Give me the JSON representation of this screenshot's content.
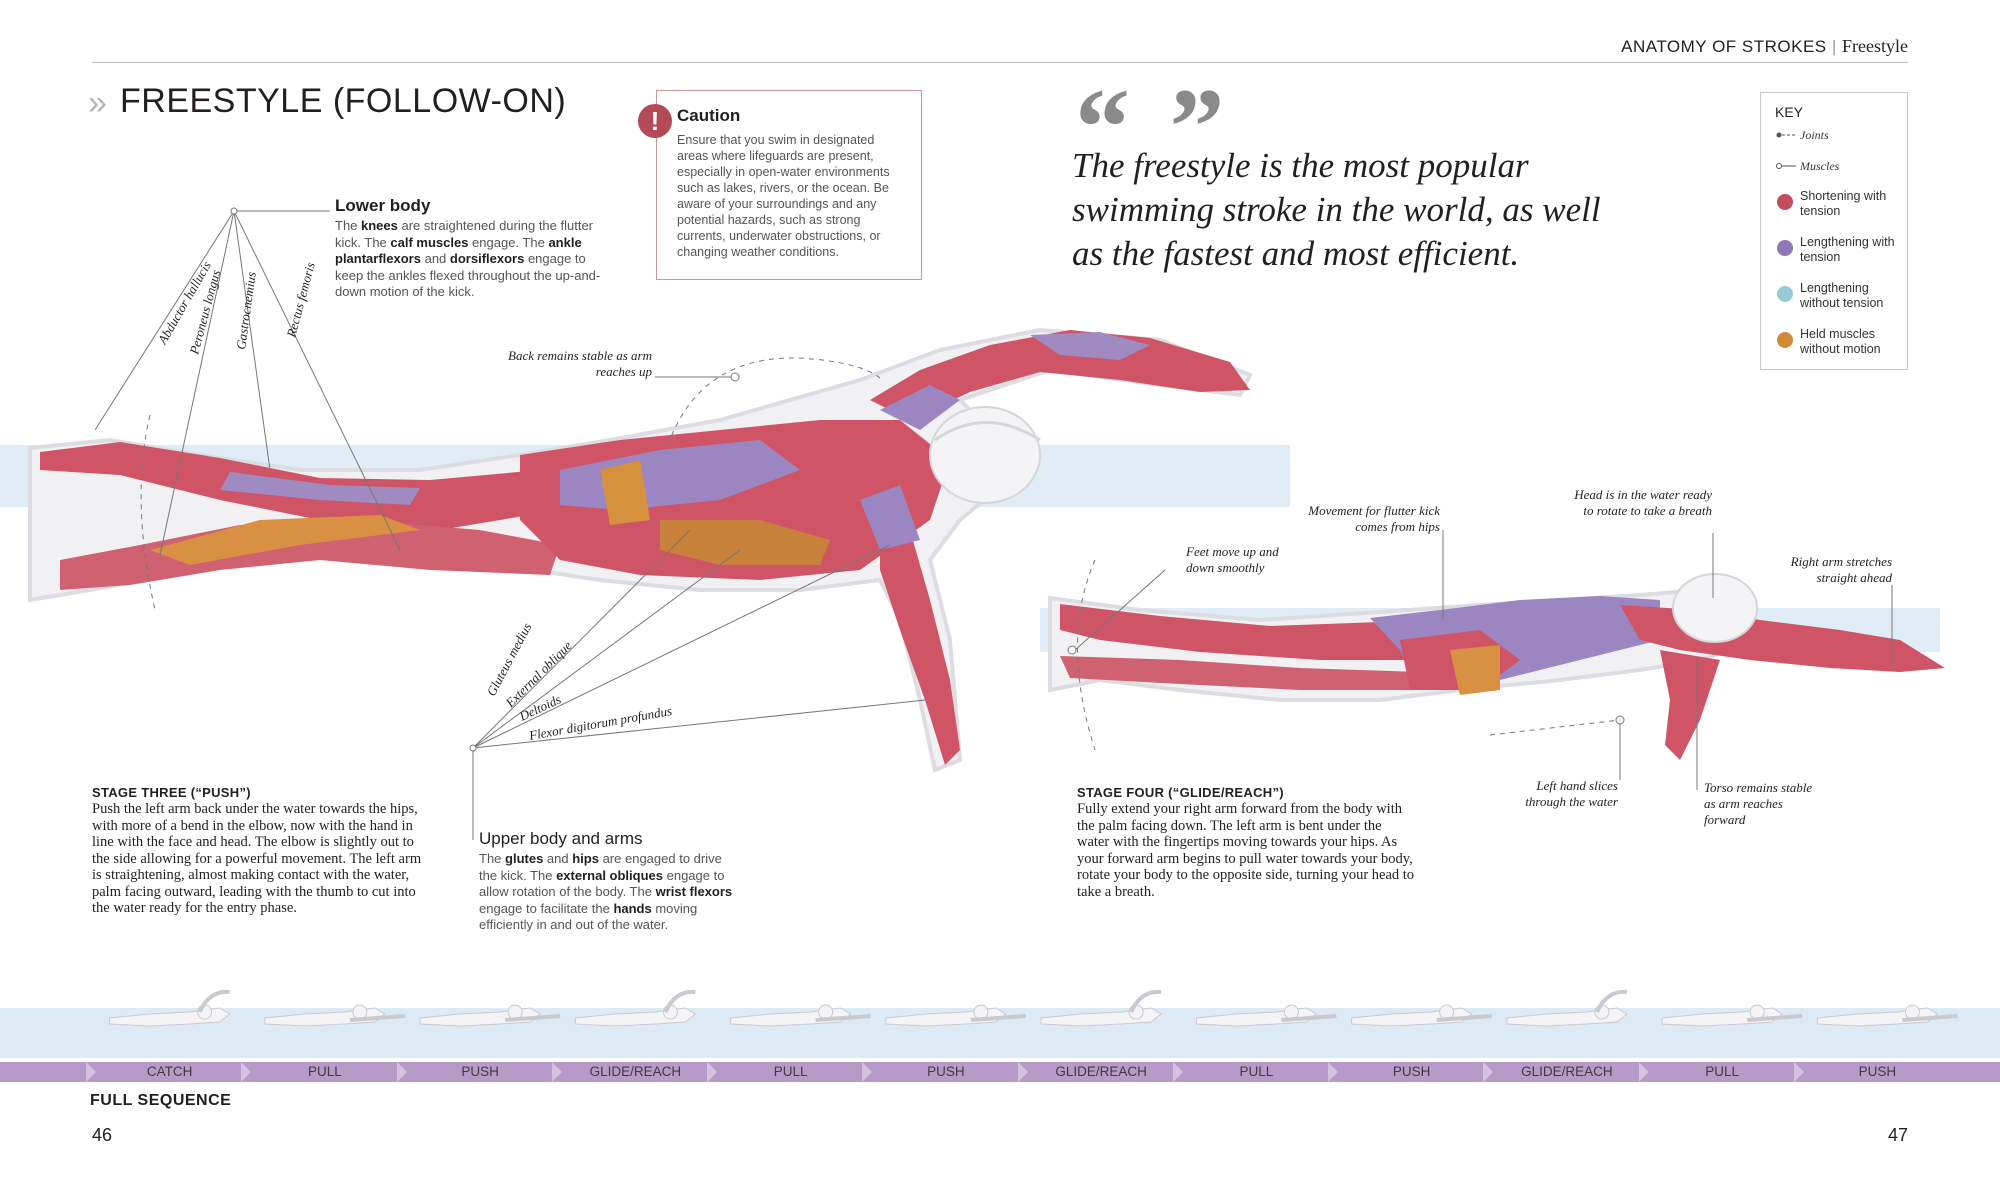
{
  "header": {
    "section": "ANATOMY OF STROKES",
    "subsection": "Freestyle",
    "title_chevron": "»",
    "title": "FREESTYLE (FOLLOW-ON)"
  },
  "caution": {
    "icon": "exclamation-icon",
    "icon_glyph": "!",
    "title": "Caution",
    "body": "Ensure that you swim in designated areas where lifeguards are present, especially in open-water environments such as lakes, rivers, or the ocean. Be aware of your surroundings and any potential hazards, such as strong currents, underwater obstructions, or changing weather conditions."
  },
  "quote": {
    "marks": "“ ”",
    "text": "The freestyle is the most popular swimming stroke in the world, as well as the fastest and most efficient."
  },
  "key": {
    "title": "KEY",
    "joints": "Joints",
    "muscles": "Muscles",
    "items": [
      {
        "label": "Shortening with tension",
        "color": "#c24d5e"
      },
      {
        "label": "Lengthening with tension",
        "color": "#8e78b8"
      },
      {
        "label": "Lengthening without tension",
        "color": "#97c9d6"
      },
      {
        "label": "Held muscles without motion",
        "color": "#d2893a"
      }
    ]
  },
  "lower_body": {
    "heading": "Lower body",
    "body_parts": [
      {
        "t": "The ",
        "b": false
      },
      {
        "t": "knees",
        "b": true
      },
      {
        "t": " are straightened during the flutter kick. The ",
        "b": false
      },
      {
        "t": "calf muscles",
        "b": true
      },
      {
        "t": " engage. The ",
        "b": false
      },
      {
        "t": "ankle plantarflexors",
        "b": true
      },
      {
        "t": " and ",
        "b": false
      },
      {
        "t": "dorsiflexors",
        "b": true
      },
      {
        "t": " engage to keep the ankles flexed throughout the up-and-down motion of the kick.",
        "b": false
      }
    ]
  },
  "muscle_labels_lower": [
    "Abductor hallucis",
    "Peroneus longus",
    "Gastrocnemius",
    "Rectus femoris"
  ],
  "muscle_labels_upper": [
    "Gluteus medius",
    "External oblique",
    "Deltoids",
    "Flexor digitorum profundus"
  ],
  "callouts": {
    "back_stable": "Back remains stable as arm reaches up",
    "feet_move": "Feet move up and down smoothly",
    "movement_flutter": "Movement for flutter kick comes from hips",
    "head_water": "Head is in the water ready to rotate to take a breath",
    "right_arm": "Right arm stretches straight ahead",
    "left_hand": "Left hand slices through the water",
    "torso_stable": "Torso remains stable as arm reaches forward"
  },
  "stage_three": {
    "heading": "STAGE THREE (“PUSH”)",
    "body": "Push the left arm back under the water towards the hips, with more of a bend in the elbow, now with the hand in line with the face and head. The elbow is slightly out to the side allowing for a powerful movement. The left arm is straightening, almost making contact with the water, palm facing outward, leading with the thumb to cut into the water ready for the entry phase."
  },
  "upper_body": {
    "heading": "Upper body and arms",
    "body_parts": [
      {
        "t": "The ",
        "b": false
      },
      {
        "t": "glutes",
        "b": true
      },
      {
        "t": " and ",
        "b": false
      },
      {
        "t": "hips",
        "b": true
      },
      {
        "t": " are engaged to drive the kick. The ",
        "b": false
      },
      {
        "t": "external obliques",
        "b": true
      },
      {
        "t": " engage to allow rotation of the body. The ",
        "b": false
      },
      {
        "t": "wrist flexors",
        "b": true
      },
      {
        "t": " engage to facilitate the ",
        "b": false
      },
      {
        "t": "hands",
        "b": true
      },
      {
        "t": " moving efficiently in and out of the water.",
        "b": false
      }
    ]
  },
  "stage_four": {
    "heading": "STAGE FOUR (“GLIDE/REACH”)",
    "body": "Fully extend your right arm forward from the body with the palm facing down. The left arm is bent under the water with the fingertips moving towards your hips. As your forward arm begins to pull water towards your body, rotate your body to the opposite side, turning your head to take a breath."
  },
  "sequence": {
    "labels": [
      "CATCH",
      "PULL",
      "PUSH",
      "GLIDE/REACH",
      "PULL",
      "PUSH",
      "GLIDE/REACH",
      "PULL",
      "PUSH",
      "GLIDE/REACH",
      "PULL",
      "PUSH"
    ],
    "title": "FULL SEQUENCE"
  },
  "page_numbers": {
    "left": "46",
    "right": "47"
  },
  "colors": {
    "shortening": "#c24d5e",
    "lengthening": "#8e78b8",
    "lengthening_no_tension": "#97c9d6",
    "held": "#d2893a",
    "water": "#dbeaf4",
    "sequence_band": "#b89ac9",
    "caution_icon": "#b24a57"
  }
}
